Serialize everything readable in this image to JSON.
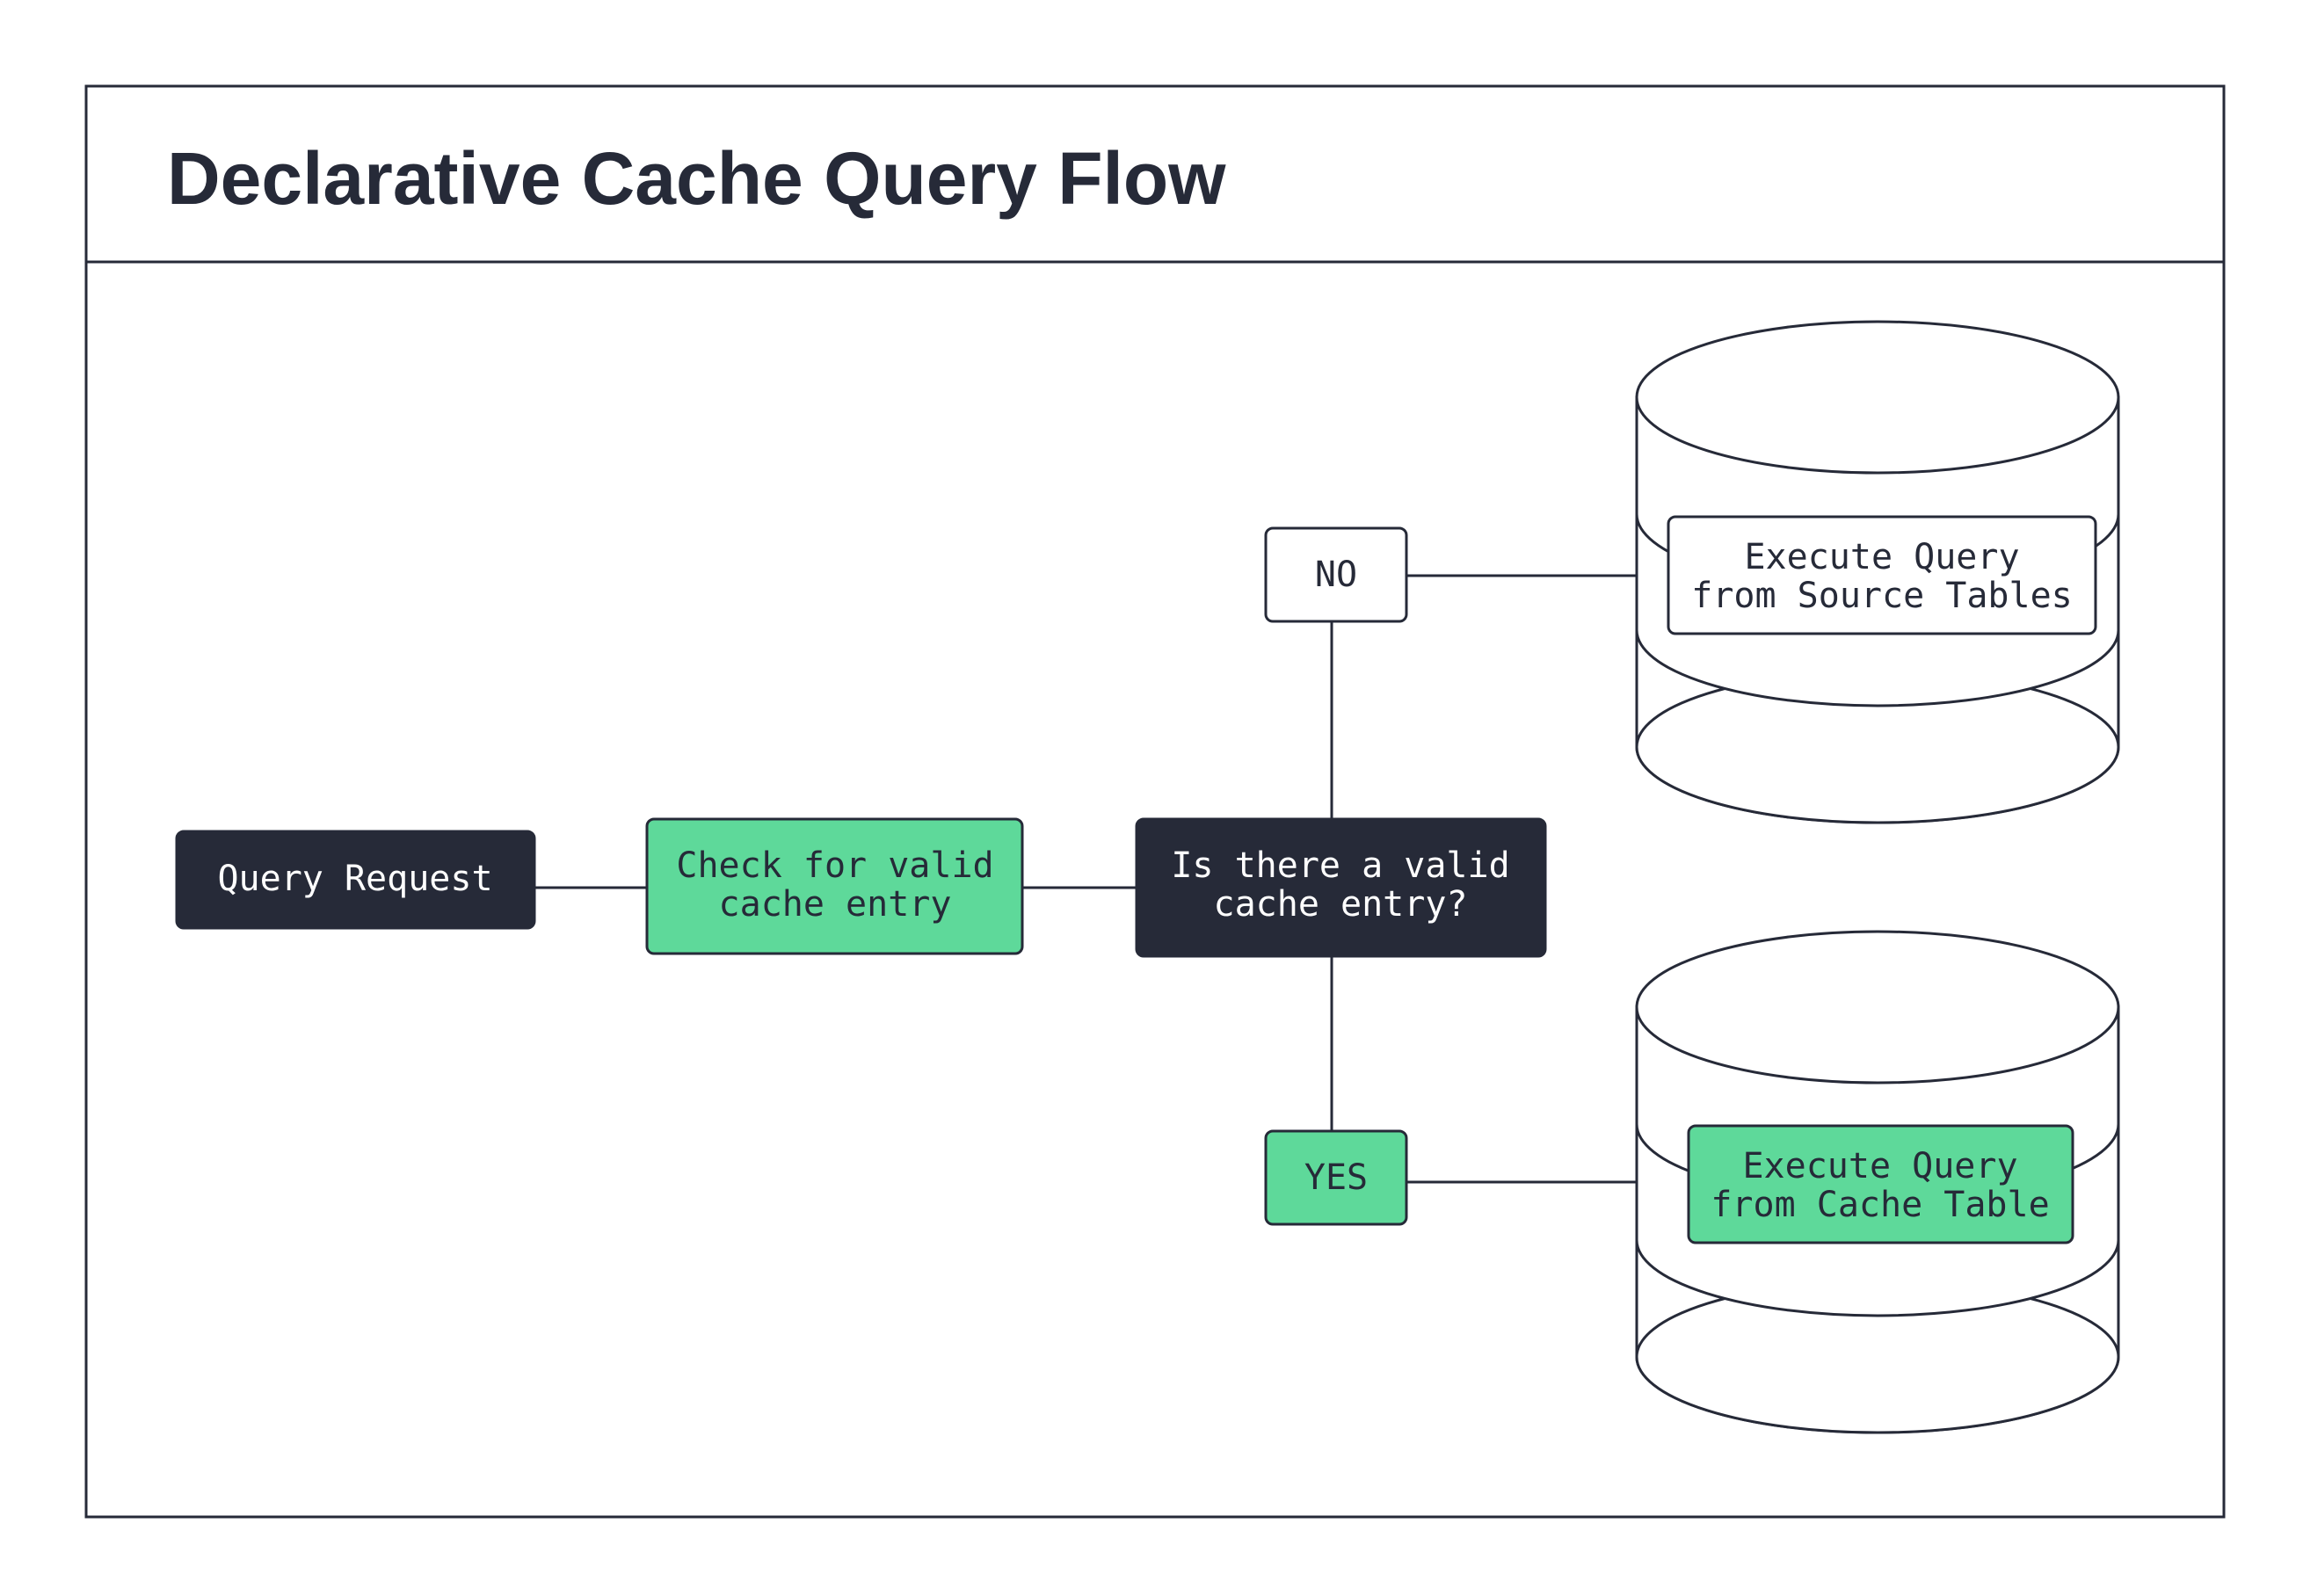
{
  "title": "Declarative Cache Query Flow",
  "nodes": {
    "query_request": "Query Request",
    "check_cache": [
      "Check for valid",
      "cache entry"
    ],
    "decision": [
      "Is there a valid",
      "cache entry?"
    ],
    "no_label": "NO",
    "yes_label": "YES",
    "source_tables": [
      "Execute Query",
      "from Source Tables"
    ],
    "cache_table": [
      "Execute Query",
      "from Cache Table"
    ]
  },
  "colors": {
    "dark": "#262a38",
    "green": "#5ed99a",
    "white": "#ffffff",
    "stroke": "#262a38"
  }
}
